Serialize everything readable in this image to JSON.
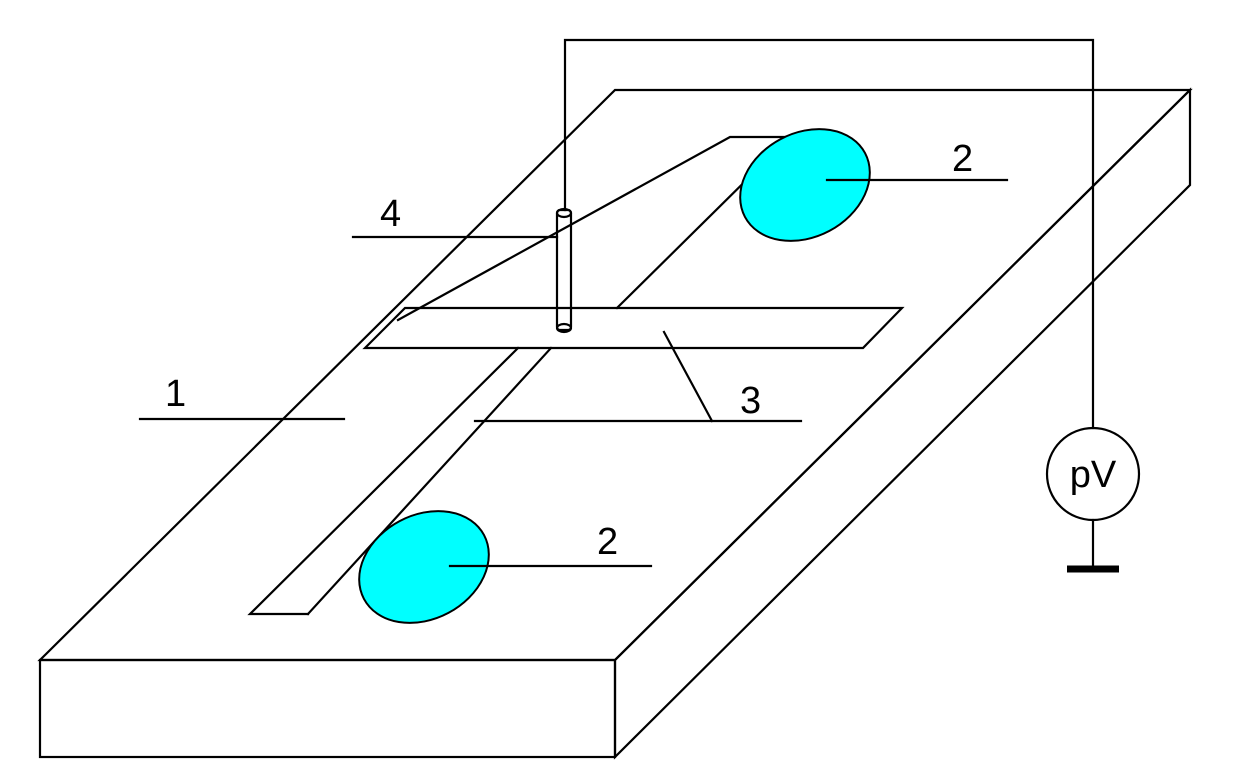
{
  "labels": {
    "substrate": "1",
    "contact_top": "2",
    "contact_bottom": "2",
    "film_strip": "3",
    "probe": "4"
  },
  "meter": {
    "text": "pV"
  },
  "colors": {
    "contact_fill": "#00FFFF",
    "line": "#000000",
    "background": "#FFFFFF"
  }
}
